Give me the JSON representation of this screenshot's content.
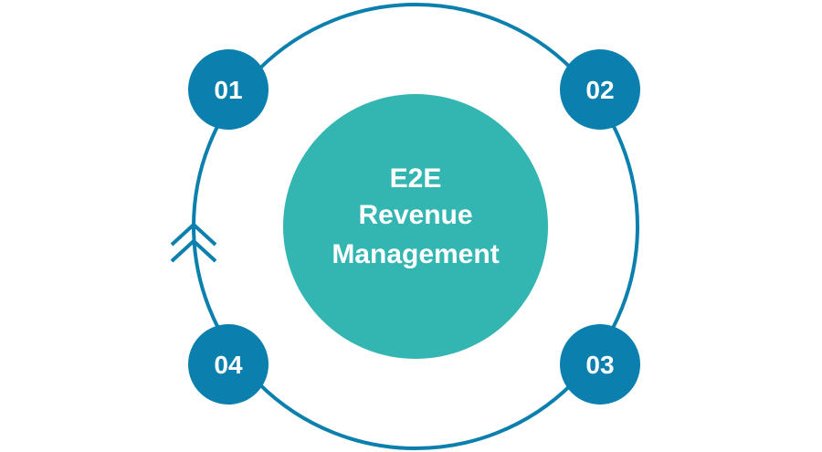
{
  "center": {
    "lines": [
      "E2E",
      "Revenue",
      "Management"
    ]
  },
  "steps": [
    {
      "label": "01"
    },
    {
      "label": "02"
    },
    {
      "label": "03"
    },
    {
      "label": "04"
    }
  ],
  "colors": {
    "ring": "#0b7fad",
    "step_fill": "#0b7fad",
    "center_fill": "#33b5b2",
    "text": "#ffffff"
  },
  "icons": {
    "direction": "double-chevron-up-icon"
  }
}
